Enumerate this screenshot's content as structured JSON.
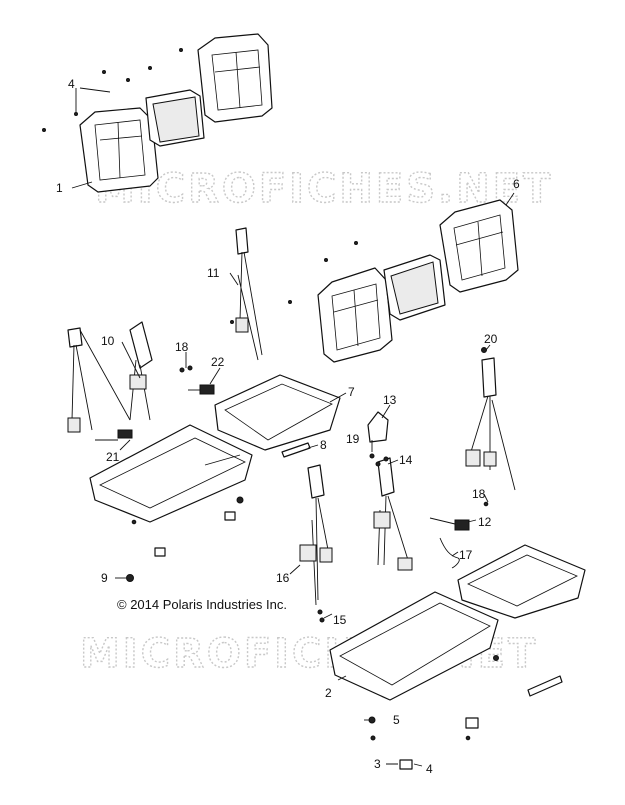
{
  "copyright": "© 2014 Polaris Industries Inc.",
  "watermark": "MICROFICHES.NET",
  "callouts": {
    "c1": "1",
    "c2": "2",
    "c3": "3",
    "c4a": "4",
    "c4b": "4",
    "c5": "5",
    "c6": "6",
    "c7": "7",
    "c8": "8",
    "c9": "9",
    "c10": "10",
    "c11": "11",
    "c12": "12",
    "c13": "13",
    "c14": "14",
    "c15": "15",
    "c16": "16",
    "c17": "17",
    "c18a": "18",
    "c18b": "18",
    "c19": "19",
    "c20": "20",
    "c21": "21",
    "c22": "22"
  }
}
